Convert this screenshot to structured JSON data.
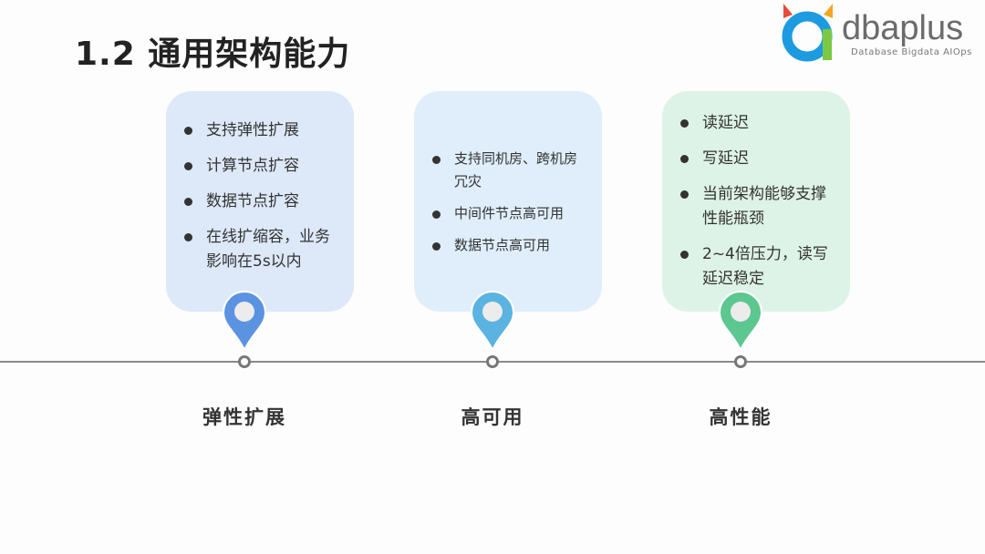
{
  "title": "1.2 通用架构能力",
  "logo": {
    "word": "dbaplus",
    "tagline": "Database  Bigdata  AIOps"
  },
  "colors": {
    "card1": "#dde8f8",
    "card2": "#dfeefa",
    "card3": "#def3e7",
    "pin1": "#5b93e0",
    "pin2": "#5ab3e0",
    "pin3": "#5cc78f"
  },
  "columns": [
    {
      "label": "弹性扩展",
      "items": [
        "支持弹性扩展",
        "计算节点扩容",
        "数据节点扩容",
        "在线扩缩容，业务影响在5s以内"
      ]
    },
    {
      "label": "高可用",
      "items": [
        "支持同机房、跨机房冗灾",
        "中间件节点高可用",
        "数据节点高可用"
      ]
    },
    {
      "label": "高性能",
      "items": [
        "读延迟",
        "写延迟",
        "当前架构能够支撑性能瓶颈",
        "2~4倍压力，读写延迟稳定"
      ]
    }
  ]
}
